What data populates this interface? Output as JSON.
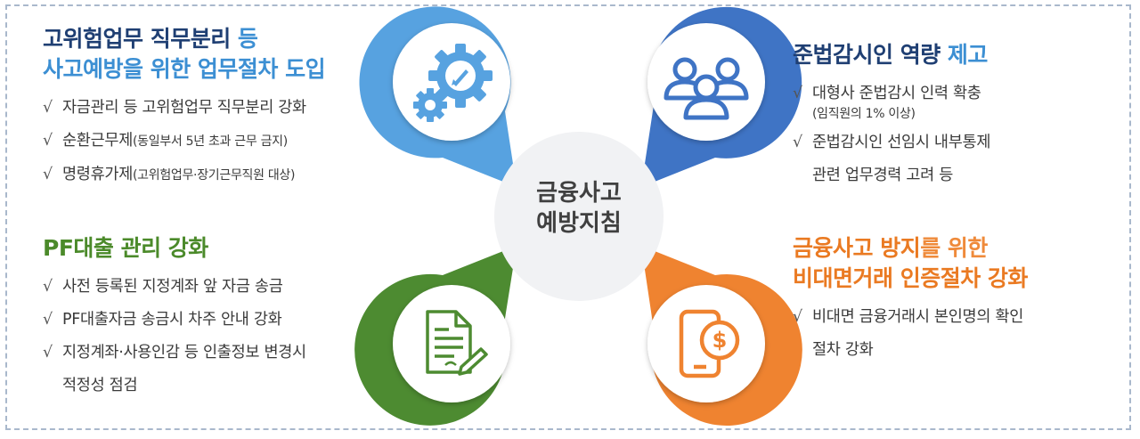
{
  "center": {
    "line1": "금융사고",
    "line2": "예방지침"
  },
  "colors": {
    "navy": "#1f3f73",
    "blue": "#3c8fd3",
    "green": "#4b8a2a",
    "orange": "#ea7a22",
    "border": "#a9b8cc"
  },
  "top_left": {
    "title_line1_a": "고위험업무 직무분리",
    "title_line1_b": " 등",
    "title_line2": "사고예방을 위한 업무절차 도입",
    "item1": "자금관리 등 고위험업무 직무분리 강화",
    "item2_main": "순환근무제",
    "item2_note": "(동일부서 5년 초과 근무 금지)",
    "item3_main": "명령휴가제",
    "item3_note": "(고위험업무·장기근무직원 대상)",
    "icon": "gears-icon"
  },
  "top_right": {
    "title_a": "준법감시인 역량",
    "title_b": " 제고",
    "item1": "대형사 준법감시 인력 확충",
    "item1_note": "(임직원의 1% 이상)",
    "item2_line1": "준법감시인 선임시 내부통제",
    "item2_line2": "관련 업무경력 고려 등",
    "icon": "people-icon"
  },
  "bottom_left": {
    "title": "PF대출 관리 강화",
    "item1": "사전 등록된 지정계좌 앞 자금 송금",
    "item2": "PF대출자금 송금시 차주 안내 강화",
    "item3_line1": "지정계좌·사용인감 등 인출정보 변경시",
    "item3_line2": "적정성 점검",
    "icon": "document-pen-icon"
  },
  "bottom_right": {
    "title_line1_a": "금융사고 방지",
    "title_line1_b": "를 위한",
    "title_line2": "비대면거래 인증절차 강화",
    "item1_line1": "비대면 금융거래시 본인명의 확인",
    "item1_line2": "절차 강화",
    "icon": "mobile-payment-icon"
  },
  "check_mark": "√"
}
